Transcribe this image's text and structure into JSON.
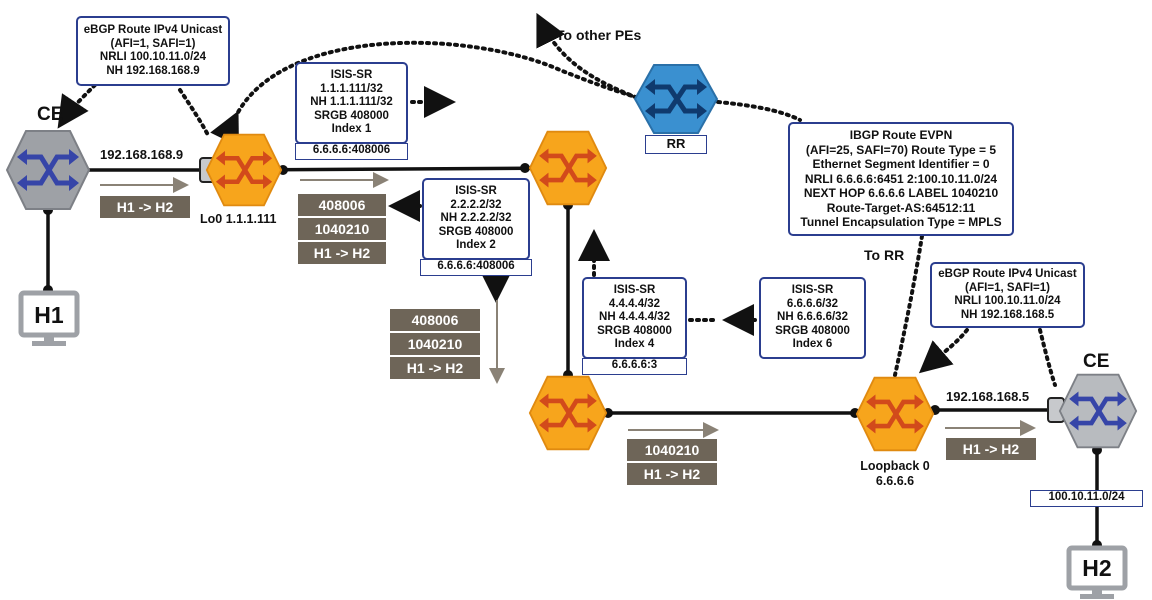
{
  "ce_left": {
    "label": "CE",
    "ip": "192.168.168.9"
  },
  "ce_right": {
    "label": "CE",
    "ip": "192.168.168.5",
    "subnet": "100.10.11.0/24"
  },
  "hosts": {
    "h1": "H1",
    "h2": "H2"
  },
  "rr": {
    "label": "RR",
    "to_other_pes": "To other PEs",
    "to_rr": "To RR"
  },
  "pe_left": {
    "loopback": "Lo0 1.1.1.111"
  },
  "pe_right": {
    "loopback_line1": "Loopback 0",
    "loopback_line2": "6.6.6.6"
  },
  "ebgp_left": {
    "lines": [
      "eBGP Route IPv4 Unicast",
      "(AFI=1, SAFI=1)",
      "NRLI 100.10.11.0/24",
      "NH 192.168.168.9"
    ]
  },
  "ebgp_right": {
    "lines": [
      "eBGP Route IPv4 Unicast",
      "(AFI=1, SAFI=1)",
      "NRLI 100.10.11.0/24",
      "NH 192.168.168.5"
    ]
  },
  "ibgp": {
    "lines": [
      "IBGP Route EVPN",
      "(AFI=25, SAFI=70) Route Type = 5",
      "Ethernet Segment Identifier = 0",
      "NRLI 6.6.6.6:6451  2:100.10.11.0/24",
      "NEXT HOP 6.6.6.6  LABEL 1040210",
      "Route-Target-AS:64512:11",
      "Tunnel Encapsulation Type = MPLS"
    ]
  },
  "isis1": {
    "lines": [
      "ISIS-SR",
      "1.1.1.111/32",
      "NH 1.1.1.111/32",
      "SRGB 408000",
      "Index 1"
    ],
    "tag": "6.6.6.6:408006"
  },
  "isis2": {
    "lines": [
      "ISIS-SR",
      "2.2.2.2/32",
      "NH 2.2.2.2/32",
      "SRGB 408000",
      "Index 2"
    ],
    "tag": "6.6.6.6:408006"
  },
  "isis4": {
    "lines": [
      "ISIS-SR",
      "4.4.4.4/32",
      "NH 4.4.4.4/32",
      "SRGB 408000",
      "Index 4"
    ],
    "tag": "6.6.6.6:3"
  },
  "isis6": {
    "lines": [
      "ISIS-SR",
      "6.6.6.6/32",
      "NH 6.6.6.6/32",
      "SRGB 408000",
      "Index 6"
    ]
  },
  "packets": {
    "p1": [
      "H1 -> H2"
    ],
    "p2": [
      "408006",
      "1040210",
      "H1 -> H2"
    ],
    "p3": [
      "408006",
      "1040210",
      "H1 -> H2"
    ],
    "p4": [
      "1040210",
      "H1 -> H2"
    ],
    "p5": [
      "H1 -> H2"
    ]
  },
  "colors": {
    "router_orange": "#f7a51c",
    "router_gray": "#9ea1a6",
    "rr_blue": "#3a90d0",
    "box_border": "#2b3e8f",
    "packet": "#6e6558"
  },
  "icons": {
    "router": "router-icon",
    "monitor": "monitor-icon"
  }
}
